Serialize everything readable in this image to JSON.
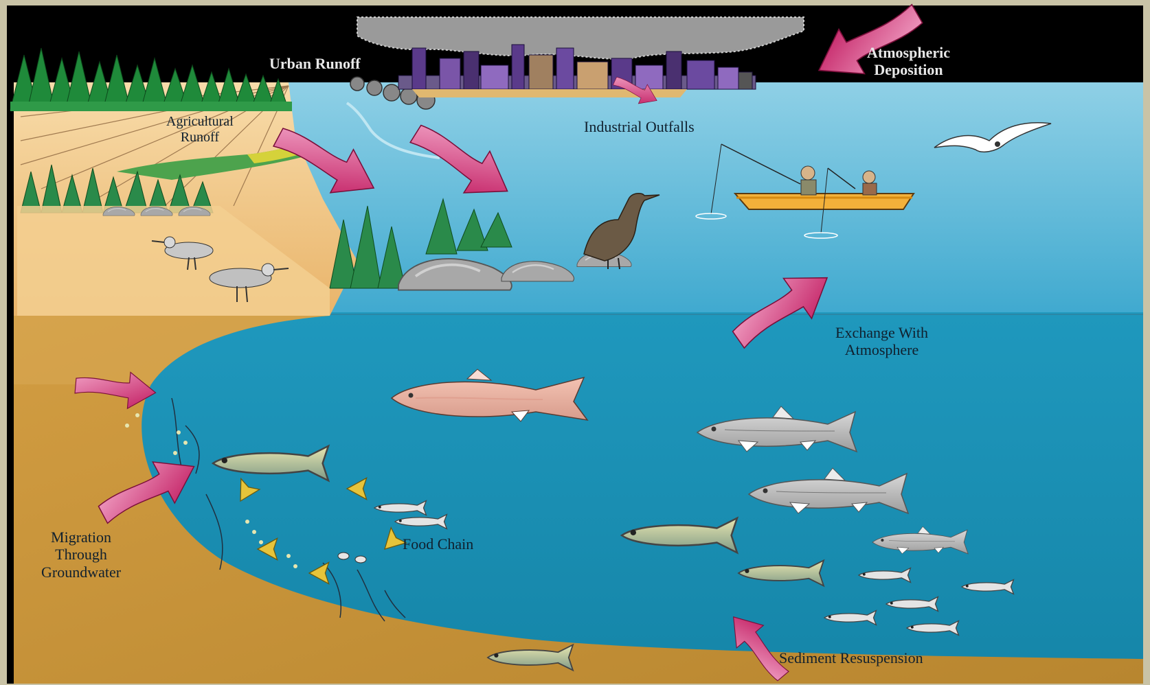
{
  "labels": {
    "urban_runoff": "Urban Runoff",
    "atmospheric_deposition": [
      "Atmospheric",
      "Deposition"
    ],
    "agricultural_runoff": [
      "Agricultural",
      "Runoff"
    ],
    "industrial_outfalls": "Industrial Outfalls",
    "exchange_with_atmosphere": [
      "Exchange With",
      "Atmosphere"
    ],
    "migration_through_groundwater": [
      "Migration",
      "Through",
      "Groundwater"
    ],
    "food_chain": "Food Chain",
    "sediment_resuspension": "Sediment Resuspension"
  },
  "colors": {
    "frame": "#c9c3a6",
    "sky": "#000000",
    "water_surface": "#5fb7d6",
    "water_deep": "#1b8fb3",
    "sand": "#f1c98a",
    "sediment": "#c9963e",
    "arrow": "#d0266e",
    "smog": "#9a9a9a",
    "city": "#5a3a8a",
    "trees": "#1f8a3a"
  },
  "icons": [
    "forest-icon",
    "smog-cloud-icon",
    "city-skyline-icon",
    "gull-icon",
    "boat-icon",
    "fisherman-icon",
    "cormorant-icon",
    "sandpiper-icon",
    "salmon-icon",
    "fish-icon",
    "rock-icon",
    "seagrass-icon"
  ]
}
